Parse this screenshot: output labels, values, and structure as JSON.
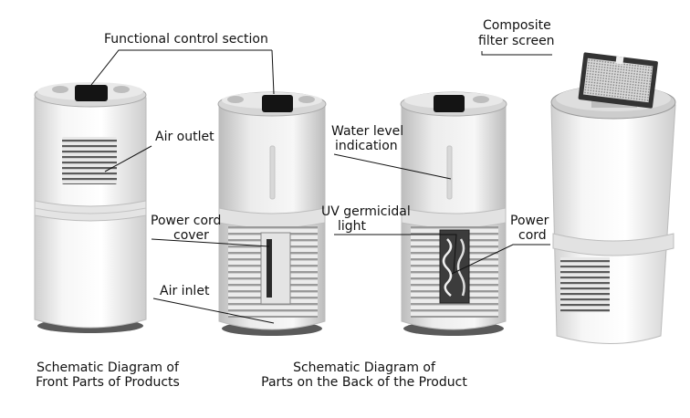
{
  "labels": {
    "functional_control": "Functional control section",
    "air_outlet": "Air outlet",
    "power_cord_cover_1": "Power cord",
    "power_cord_cover_2": "cover",
    "air_inlet": "Air inlet",
    "water_level_1": "Water level",
    "water_level_2": "indication",
    "uv_light_1": "UV germicidal",
    "uv_light_2": "light",
    "composite_filter_1": "Composite",
    "composite_filter_2": "filter screen",
    "power_cord_1": "Power",
    "power_cord_2": "cord"
  },
  "captions": {
    "front_1": "Schematic Diagram of",
    "front_2": "Front Parts of Products",
    "back_1": "Schematic Diagram of",
    "back_2": "Parts on the Back of the Product"
  }
}
